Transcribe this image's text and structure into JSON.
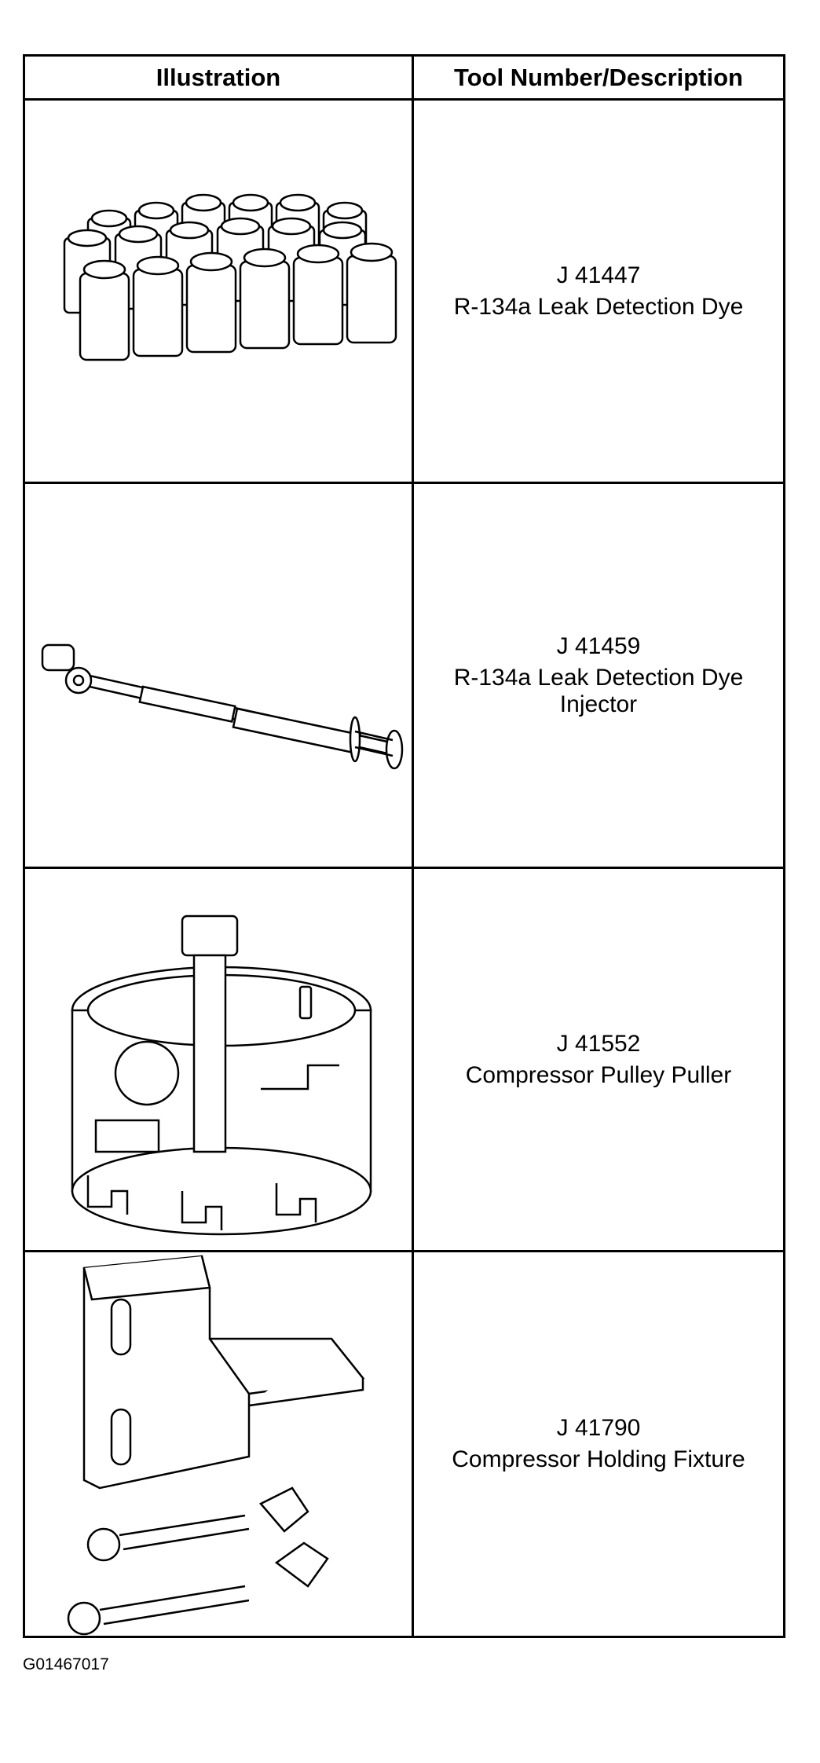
{
  "table": {
    "header": {
      "illustration": "Illustration",
      "tool": "Tool Number/Description"
    },
    "rows": [
      {
        "number": "J 41447",
        "desc_line1": "R-134a Leak Detection Dye",
        "desc_line2": "",
        "illustration_icon": "dye-bottles-icon"
      },
      {
        "number": "J 41459",
        "desc_line1": "R-134a Leak Detection Dye",
        "desc_line2": "Injector",
        "illustration_icon": "dye-injector-icon"
      },
      {
        "number": "J 41552",
        "desc_line1": "Compressor Pulley Puller",
        "desc_line2": "",
        "illustration_icon": "pulley-puller-icon"
      },
      {
        "number": "J 41790",
        "desc_line1": "Compressor Holding Fixture",
        "desc_line2": "",
        "illustration_icon": "holding-fixture-icon"
      }
    ]
  },
  "figure_id": "G01467017"
}
